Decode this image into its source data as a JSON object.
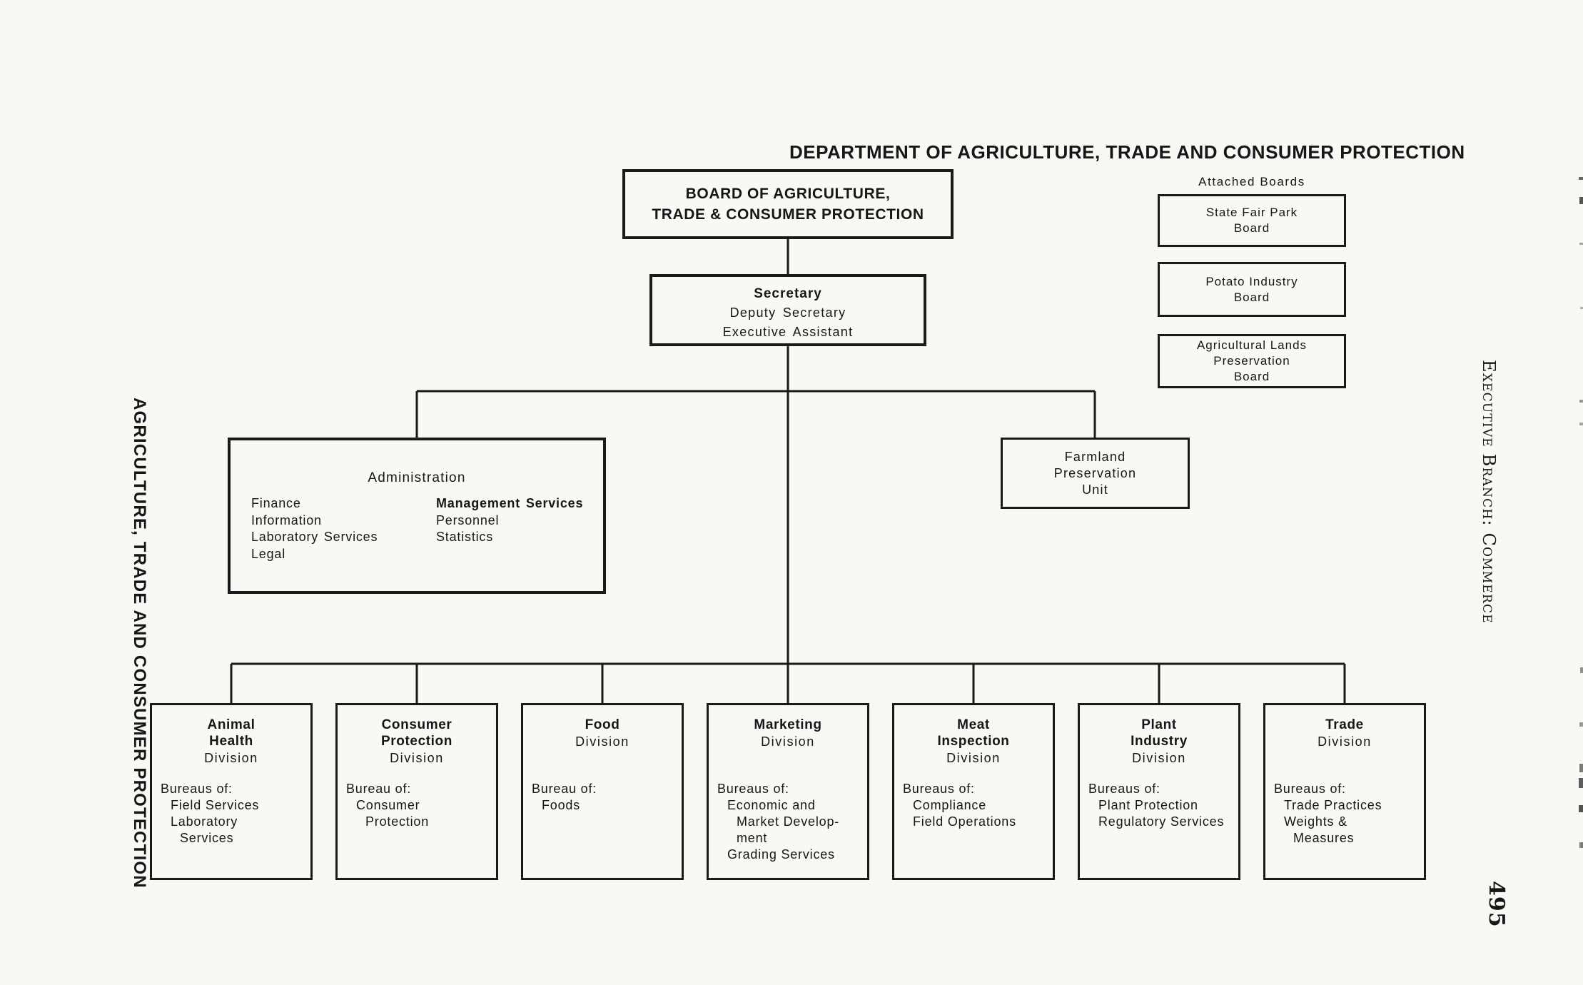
{
  "page": {
    "title": "DEPARTMENT OF AGRICULTURE, TRADE AND CONSUMER PROTECTION",
    "page_number": "495",
    "left_margin_text": "AGRICULTURE, TRADE AND CONSUMER PROTECTION",
    "right_margin_text": "Executive Branch: Commerce"
  },
  "board_box": {
    "lines": [
      "BOARD OF AGRICULTURE,",
      "TRADE & CONSUMER PROTECTION"
    ]
  },
  "secretary_box": {
    "title": "Secretary",
    "lines": [
      "Deputy Secretary",
      "Executive Assistant"
    ]
  },
  "attached_boards": {
    "label": "Attached Boards",
    "boards": [
      {
        "lines": [
          "State Fair Park",
          "Board"
        ]
      },
      {
        "lines": [
          "Potato Industry",
          "Board"
        ]
      },
      {
        "lines": [
          "Agricultural Lands",
          "Preservation",
          "Board"
        ]
      }
    ]
  },
  "administration": {
    "title": "Administration",
    "column1": [
      "Finance",
      "Information",
      "Laboratory Services",
      "Legal"
    ],
    "column2": [
      "Management Services",
      "Personnel",
      "Statistics"
    ]
  },
  "farmland_unit": {
    "lines": [
      "Farmland",
      "Preservation",
      "Unit"
    ]
  },
  "divisions": [
    {
      "name_lines": [
        "Animal",
        "Health"
      ],
      "type_label": "Division",
      "bureau_label": "Bureaus of:",
      "bureaus": [
        {
          "text": "Field Services",
          "indent": 1
        },
        {
          "text": "Laboratory",
          "indent": 1
        },
        {
          "text": "Services",
          "indent": 2
        }
      ]
    },
    {
      "name_lines": [
        "Consumer",
        "Protection"
      ],
      "type_label": "Division",
      "bureau_label": "Bureau of:",
      "bureaus": [
        {
          "text": "Consumer",
          "indent": 1
        },
        {
          "text": "Protection",
          "indent": 2
        }
      ]
    },
    {
      "name_lines": [
        "Food"
      ],
      "type_label": "Division",
      "bureau_label": "Bureau of:",
      "bureaus": [
        {
          "text": "Foods",
          "indent": 1
        }
      ]
    },
    {
      "name_lines": [
        "Marketing"
      ],
      "type_label": "Division",
      "bureau_label": "Bureaus of:",
      "bureaus": [
        {
          "text": "Economic and",
          "indent": 1
        },
        {
          "text": "Market Develop-",
          "indent": 2
        },
        {
          "text": "ment",
          "indent": 2
        },
        {
          "text": "Grading Services",
          "indent": 1
        }
      ]
    },
    {
      "name_lines": [
        "Meat",
        "Inspection"
      ],
      "type_label": "Division",
      "bureau_label": "Bureaus of:",
      "bureaus": [
        {
          "text": "Compliance",
          "indent": 1
        },
        {
          "text": "Field Operations",
          "indent": 1
        }
      ]
    },
    {
      "name_lines": [
        "Plant",
        "Industry"
      ],
      "type_label": "Division",
      "bureau_label": "Bureaus of:",
      "bureaus": [
        {
          "text": "Plant Protection",
          "indent": 1
        },
        {
          "text": "Regulatory Services",
          "indent": 1
        }
      ]
    },
    {
      "name_lines": [
        "Trade"
      ],
      "type_label": "Division",
      "bureau_label": "Bureaus of:",
      "bureaus": [
        {
          "text": "Trade Practices",
          "indent": 1
        },
        {
          "text": "Weights &",
          "indent": 1
        },
        {
          "text": "Measures",
          "indent": 2
        }
      ]
    }
  ]
}
